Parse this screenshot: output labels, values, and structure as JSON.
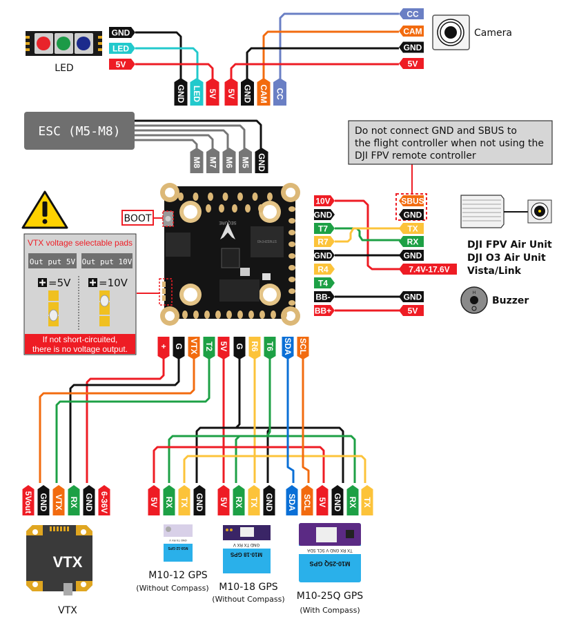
{
  "colors": {
    "red": "#ee1c24",
    "black": "#111111",
    "cyan": "#22c9cc",
    "orange": "#f26b0f",
    "blue_cc": "#6a7fc4",
    "green": "#1da045",
    "yellow": "#fcc33a",
    "blue_sda": "#0a6fd6",
    "gray": "#767676",
    "pad_gold": "#e9c17a"
  },
  "led": {
    "title": "LED",
    "side_labels": [
      "GND",
      "LED",
      "5V"
    ],
    "board_labels": [
      "GND",
      "LED",
      "5V"
    ]
  },
  "camera": {
    "title": "Camera",
    "side_labels": [
      "CC",
      "CAM",
      "GND",
      "5V"
    ],
    "board_labels": [
      "5V",
      "GND",
      "CAM",
      "CC"
    ]
  },
  "esc": {
    "title": "ESC (M5-M8)",
    "board_labels": [
      "M8",
      "M7",
      "M6",
      "M5",
      "GND"
    ]
  },
  "warning_note": "Do not connect GND and SBUS to the flight controller when not using the DJI FPV remote controller",
  "boot_label": "BOOT",
  "vtx_pads": {
    "title": "VTX voltage selectable pads",
    "option_5v": "Out put 5V",
    "option_10v": "Out put 10V",
    "eq_5v": "=5V",
    "eq_10v": "=10V",
    "footer_line1": "If not short-circuited,",
    "footer_line2": "there is no voltage output."
  },
  "right_fc_pads": [
    "10V",
    "GND",
    "T7",
    "R7",
    "GND",
    "R4",
    "T4",
    "BB-",
    "BB+"
  ],
  "dji": {
    "pins": [
      "SBUS",
      "GND",
      "TX",
      "RX",
      "GND",
      "7.4V-17.6V"
    ],
    "title_lines": [
      "DJI FPV Air Unit",
      "DJI O3 Air Unit",
      "Vista/Link"
    ]
  },
  "buzzer": {
    "pins": [
      "GND",
      "5V"
    ],
    "title": "Buzzer"
  },
  "bottom_fc_pads": [
    "+",
    "G",
    "VTX",
    "T2",
    "5V",
    "G",
    "R6",
    "T6",
    "SDA",
    "SCL"
  ],
  "vtx": {
    "pins": [
      "5Vout",
      "GND",
      "VTX",
      "RX",
      "GND",
      "6-36V"
    ],
    "body_label": "VTX",
    "title": "VTX"
  },
  "gps": [
    {
      "pins": [
        "5V",
        "RX",
        "TX",
        "GND"
      ],
      "title": "M10-12 GPS",
      "subtitle": "(Without Compass)",
      "chip_line1": "GND TX RX V",
      "chip_line2": "M10-12 GPS"
    },
    {
      "pins": [
        "5V",
        "RX",
        "TX",
        "GND"
      ],
      "title": "M10-18 GPS",
      "subtitle": "(Without Compass)",
      "chip_line1": "GND TX RX V",
      "chip_line2": "M10-18 GPS"
    },
    {
      "pins": [
        "SDA",
        "SCL",
        "5V",
        "GND",
        "RX",
        "TX"
      ],
      "title": "M10-25Q GPS",
      "subtitle": "(With Compass)",
      "chip_line1": "TX RX GND V SCL SDA",
      "chip_line2": "M10-25Q GPS"
    }
  ],
  "board": {
    "top_pads": [
      "G",
      "LED",
      "5V",
      "5V",
      "G",
      "CAM",
      "CC"
    ],
    "second_row": [
      "M8",
      "M7",
      "M6",
      "M5",
      "G"
    ],
    "brand": "SEQURE",
    "mcu": "STM32H743"
  }
}
